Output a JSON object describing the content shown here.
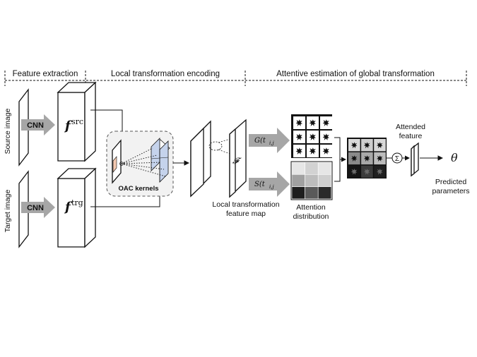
{
  "phases": {
    "feature_extraction": "Feature extraction",
    "local_encoding": "Local transformation encoding",
    "attentive_estimation": "Attentive estimation of global transformation"
  },
  "inputs": {
    "source_label": "Source image",
    "target_label": "Target image"
  },
  "cnn": {
    "top_label": "CNN",
    "bottom_label": "CNN"
  },
  "features": {
    "src_base": "f",
    "src_sup": "src",
    "trg_base": "f",
    "trg_sup": "trg"
  },
  "oac": {
    "label": "OAC kernels"
  },
  "feature_map": {
    "symbol": "𝓕",
    "label_line1": "Local transformation",
    "label_line2": "feature map"
  },
  "branches": {
    "g_label": "G(t",
    "g_sub": "i,j",
    "s_label": "S(t",
    "s_sub": "i,j"
  },
  "attention": {
    "label_line1": "Attention",
    "label_line2": "distribution"
  },
  "attended": {
    "label_line1": "Attended",
    "label_line2": "feature",
    "sum_symbol": "Σ"
  },
  "output": {
    "symbol": "θ",
    "label_line1": "Predicted",
    "label_line2": "parameters"
  },
  "colors": {
    "arrow_gray": "#a6a6a6",
    "orange_kernel": "#f4c9b0",
    "blue_kernel": "#c5d3ec",
    "dashed_box_fill": "#f2f2f2"
  },
  "attention_grid": {
    "shades": [
      "#e6e6e6",
      "#d2d2d2",
      "#e6e6e6",
      "#a0a0a0",
      "#bdbdbd",
      "#cfcfcf",
      "#1e1e1e",
      "#5a5a5a",
      "#2a2a2a"
    ]
  },
  "weighted_grid": {
    "shades": [
      "#d9d9d9",
      "#cfcfcf",
      "#d9d9d9",
      "#8a8a8a",
      "#a8a8a8",
      "#bcbcbc",
      "#151515",
      "#3c3c3c",
      "#202020"
    ]
  }
}
